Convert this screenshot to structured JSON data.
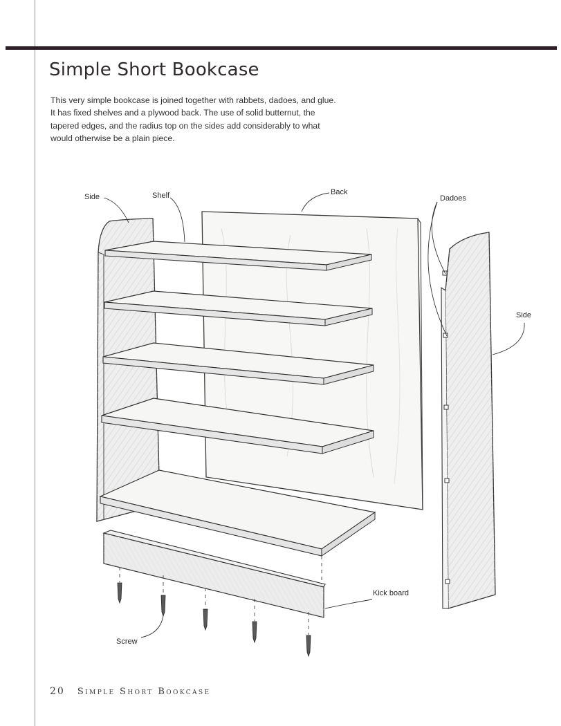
{
  "page": {
    "title": "Simple Short Bookcase",
    "intro": "This very simple bookcase is joined together with rabbets, dadoes, and glue. It has fixed shelves and a plywood back. The use of solid butternut, the tapered edges, and the radius top on the sides add considerably to what would otherwise be a plain piece."
  },
  "diagram": {
    "labels": {
      "side_left": "Side",
      "shelf": "Shelf",
      "back": "Back",
      "dadoes": "Dadoes",
      "side_right": "Side",
      "kick_board": "Kick board",
      "screw": "Screw"
    }
  },
  "footer": {
    "page_number": "20",
    "running_head": "Simple Short Bookcase"
  },
  "colors": {
    "rule": "#2c1d26",
    "ink": "#2a2a2a",
    "margin_line": "#8f8f8f"
  }
}
